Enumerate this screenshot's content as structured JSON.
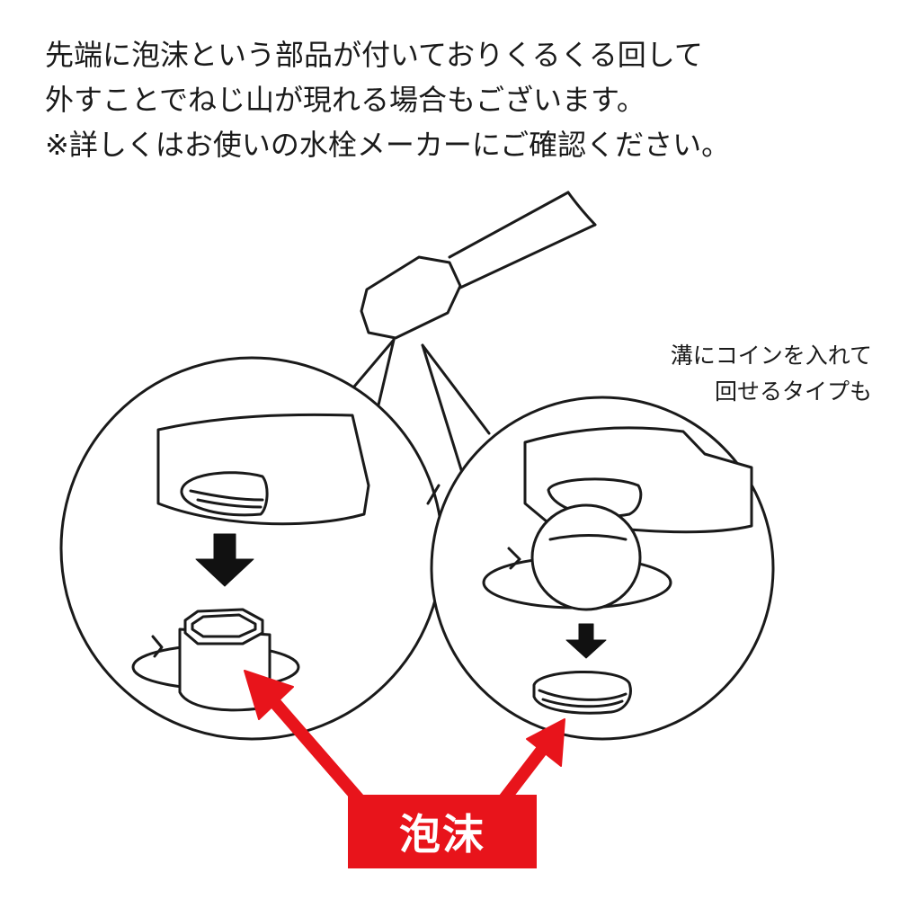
{
  "intro": {
    "line1": "先端に泡沫という部品が付いておりくるくる回して",
    "line2": "外すことでねじ山が現れる場合もございます。",
    "line3": "※詳しくはお使いの水栓メーカーにご確認ください。"
  },
  "side_note": {
    "line1": "溝にコインを入れて",
    "line2": "回せるタイプも"
  },
  "label": {
    "text": "泡沫"
  },
  "colors": {
    "accent": "#e8141b",
    "stroke": "#1a1a1a",
    "background": "#ffffff"
  }
}
